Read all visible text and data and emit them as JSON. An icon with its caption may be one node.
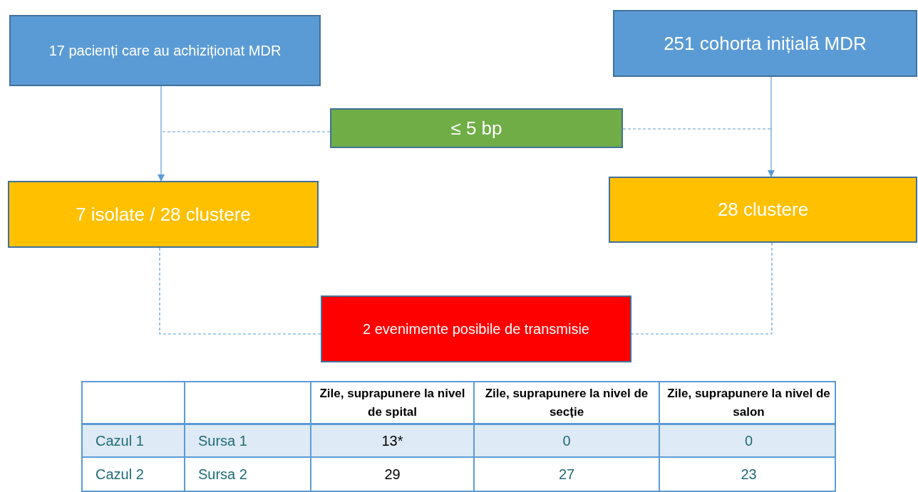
{
  "diagram": {
    "nodes": [
      {
        "text": [
          "17 pacienți care au achiziționat MDR"
        ]
      },
      {
        "text": [
          "251 cohorta inițială MDR"
        ]
      },
      {
        "text": [
          "≤ 5 bp"
        ]
      },
      {
        "text": [
          "7 isolate / 28 clustere"
        ]
      },
      {
        "text": [
          "28 clustere"
        ]
      },
      {
        "text": [
          "2 evenimente posibile de transmisie"
        ]
      }
    ],
    "edges": [
      {
        "from": 0,
        "to": 3,
        "arrow": "to"
      },
      {
        "from": 1,
        "to": 4,
        "arrow": "to"
      },
      {
        "from": 2,
        "to": null,
        "arrow": "none",
        "style": "dashed"
      },
      {
        "from": 2,
        "to": null,
        "arrow": "none",
        "style": "dashed"
      },
      {
        "from": 3,
        "to": 5,
        "arrow": "none",
        "style": "dashed"
      },
      {
        "from": 4,
        "to": 5,
        "arrow": "none",
        "style": "dashed"
      }
    ],
    "labels": [
      "Zile, suprapunere la nivel de spital",
      "Zile, suprapunere la nivel de secție",
      "Zile, suprapunere la nivel de salon",
      "Cazul 1",
      "Sursa 1",
      "13*",
      "0",
      "0",
      "Cazul 2",
      "Sursa 2",
      "29",
      "27",
      "23"
    ]
  }
}
